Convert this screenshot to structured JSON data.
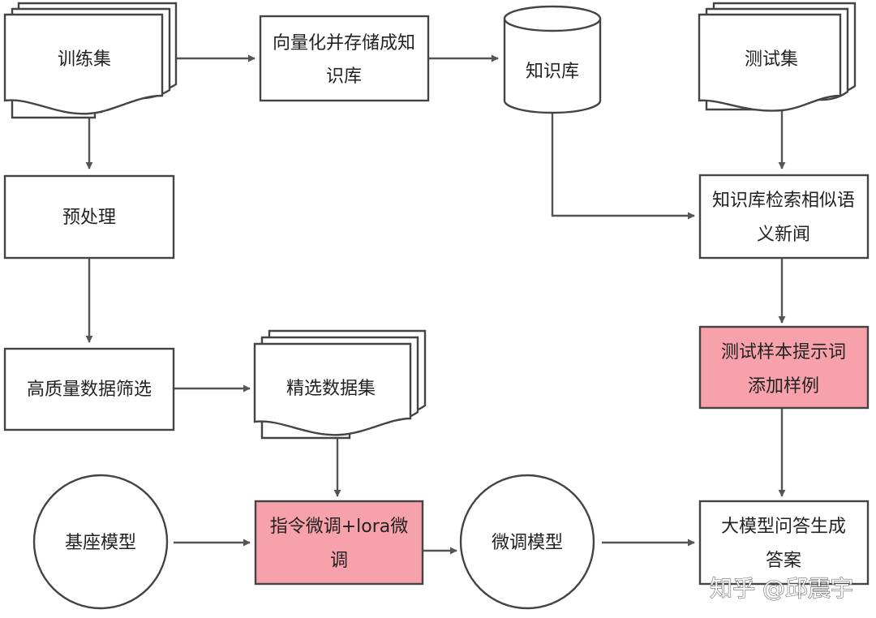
{
  "nodes": {
    "train_set": "训练集",
    "vectorize_store_1": "向量化并存储成知",
    "vectorize_store_2": "识库",
    "knowledge_base": "知识库",
    "test_set": "测试集",
    "preprocess": "预处理",
    "kb_search_1": "知识库检索相似语",
    "kb_search_2": "义新闻",
    "hq_filter": "高质量数据筛选",
    "curated_set": "精选数据集",
    "prompt_examples_1": "测试样本提示词",
    "prompt_examples_2": "添加样例",
    "base_model": "基座模型",
    "finetune_1": "指令微调+lora微",
    "finetune_2": "调",
    "tuned_model": "微调模型",
    "answer_gen_1": "大模型问答生成",
    "answer_gen_2": "答案"
  },
  "watermark": "知乎 @邱震宇",
  "colors": {
    "highlight": "#f7a1aa",
    "stroke": "#444444"
  }
}
